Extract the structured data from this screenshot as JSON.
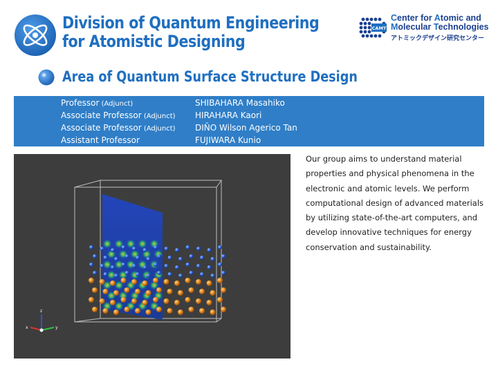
{
  "header": {
    "title_line1": "Division of Quantum Engineering",
    "title_line2": "for Atomistic Designing"
  },
  "camt": {
    "hex_label": "CAMT",
    "line1_a": "C",
    "line1_b": "enter for ",
    "line1_c": "A",
    "line1_d": "tomic and",
    "line2_a": "M",
    "line2_b": "olecular ",
    "line2_c": "T",
    "line2_d": "echnologies",
    "japanese": "アトミックデザイン研究センター"
  },
  "area": {
    "title": "Area of Quantum Surface Structure Design"
  },
  "staff": [
    {
      "role": "Professor",
      "adjunct": " (Adjunct)",
      "name": "SHIBAHARA Masahiko"
    },
    {
      "role": "Associate Professor",
      "adjunct": " (Adjunct)",
      "name": "HIRAHARA Kaori"
    },
    {
      "role": "Associate Professor",
      "adjunct": " (Adjunct)",
      "name": "DIÑO Wilson Agerico Tan"
    },
    {
      "role": "Assistant Professor",
      "adjunct": "",
      "name": "FUJIWARA Kunio"
    }
  ],
  "figure": {
    "axis_z": "z",
    "axis_x": "x",
    "axis_y": "y",
    "colors": {
      "background": "#3d3d3d",
      "plane": "#1a3fb0",
      "atom_blue": "#2b63d8",
      "atom_orange": "#e08a20"
    }
  },
  "description": "Our group aims to understand material properties and physical phenomena in the electronic and atomic levels. We perform computational design of advanced materials by utilizing state-of-the-art computers, and develop innovative techniques for energy conservation and sustainability.",
  "colors": {
    "brand_blue": "#1f6fc0",
    "band": "#2f7ec7",
    "camt_navy": "#1a3f8f"
  }
}
